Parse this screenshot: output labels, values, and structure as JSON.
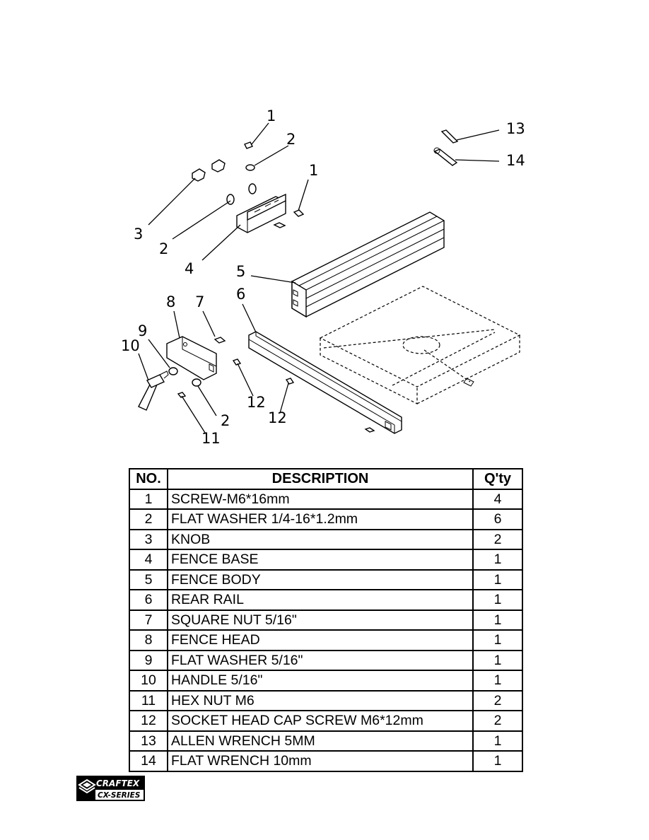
{
  "diagram": {
    "callouts": [
      "1",
      "2",
      "1",
      "3",
      "2",
      "4",
      "5",
      "6",
      "7",
      "8",
      "9",
      "10",
      "12",
      "12",
      "2",
      "11",
      "13",
      "14"
    ]
  },
  "table": {
    "headers": {
      "no": "NO.",
      "description": "DESCRIPTION",
      "qty": "Q'ty"
    },
    "rows": [
      {
        "no": "1",
        "description": "SCREW-M6*16mm",
        "qty": "4"
      },
      {
        "no": "2",
        "description": "FLAT WASHER 1/4-16*1.2mm",
        "qty": "6"
      },
      {
        "no": "3",
        "description": "KNOB",
        "qty": "2"
      },
      {
        "no": "4",
        "description": "FENCE BASE",
        "qty": "1"
      },
      {
        "no": "5",
        "description": "FENCE BODY",
        "qty": "1"
      },
      {
        "no": "6",
        "description": "REAR RAIL",
        "qty": "1"
      },
      {
        "no": "7",
        "description": "SQUARE NUT 5/16\"",
        "qty": "1"
      },
      {
        "no": "8",
        "description": "FENCE HEAD",
        "qty": "1"
      },
      {
        "no": "9",
        "description": "FLAT WASHER 5/16\"",
        "qty": "1"
      },
      {
        "no": "10",
        "description": "HANDLE 5/16\"",
        "qty": "1"
      },
      {
        "no": "11",
        "description": "HEX NUT M6",
        "qty": "2"
      },
      {
        "no": "12",
        "description": "SOCKET HEAD CAP SCREW M6*12mm",
        "qty": "2"
      },
      {
        "no": "13",
        "description": "ALLEN WRENCH 5MM",
        "qty": "1"
      },
      {
        "no": "14",
        "description": "FLAT WRENCH 10mm",
        "qty": "1"
      }
    ]
  },
  "logo": {
    "brand": "CRAFTEX",
    "series": "CX-SERIES"
  }
}
